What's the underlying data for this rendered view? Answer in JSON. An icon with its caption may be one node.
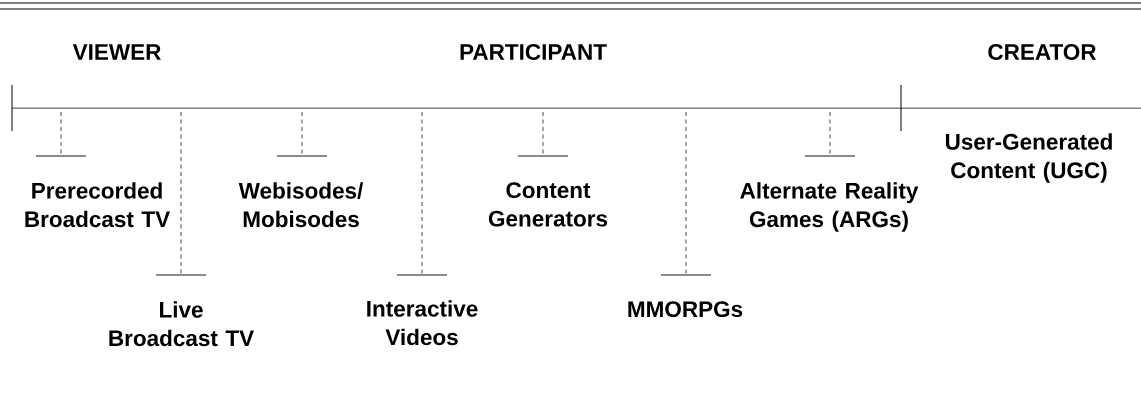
{
  "diagram": {
    "nodes": [
      {
        "text": [],
        "shape": "bar",
        "beside": [
          "Prerecorded Broadcast TV"
        ]
      },
      {
        "text": [],
        "shape": "bar",
        "beside": [
          "Live Broadcast TV"
        ]
      },
      {
        "text": [],
        "shape": "bar",
        "beside": [
          "Webisodes/ Mobisodes"
        ]
      },
      {
        "text": [],
        "shape": "bar",
        "beside": [
          "Interactive Videos"
        ]
      },
      {
        "text": [],
        "shape": "bar",
        "beside": [
          "Content Generators"
        ]
      },
      {
        "text": [],
        "shape": "bar",
        "beside": [
          "MMORPGs"
        ]
      },
      {
        "text": [],
        "shape": "bar",
        "beside": [
          "Alternate Reality Games (ARGs)"
        ]
      }
    ],
    "edges": [
      {
        "from": null,
        "to": 0,
        "arrow": "none",
        "style": "dashed"
      },
      {
        "from": null,
        "to": 1,
        "arrow": "none",
        "style": "dashed"
      },
      {
        "from": null,
        "to": 2,
        "arrow": "none",
        "style": "dashed"
      },
      {
        "from": null,
        "to": 3,
        "arrow": "none",
        "style": "dashed"
      },
      {
        "from": null,
        "to": 4,
        "arrow": "none",
        "style": "dashed"
      },
      {
        "from": null,
        "to": 5,
        "arrow": "none",
        "style": "dashed"
      },
      {
        "from": null,
        "to": 6,
        "arrow": "none",
        "style": "dashed"
      }
    ],
    "labels": [
      "VIEWER",
      "PARTICIPANT",
      "CREATOR",
      "User-Generated Content (UGC)"
    ]
  }
}
